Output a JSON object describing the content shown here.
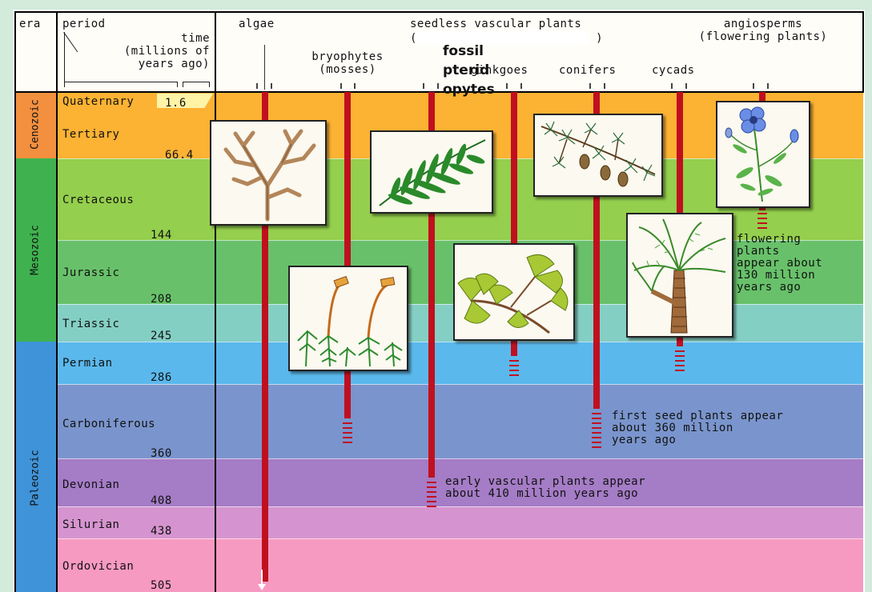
{
  "header": {
    "era": "era",
    "period": "period",
    "time": "time\n(millions of\nyears ago)",
    "algae": "algae",
    "bryophytes": "bryophytes\n(mosses)",
    "seedless": "seedless vascular plants",
    "seedless_paren": "(                         )",
    "ginkgoes": "ginkgoes",
    "conifers": "conifers",
    "cycads": "cycads",
    "angiosperms": "angiosperms\n(flowering plants)"
  },
  "overlay_label": "fossil pterid opytes",
  "eras": [
    {
      "name": "Cenozoic",
      "color": "#f3903f"
    },
    {
      "name": "Mesozoic",
      "color": "#3fb24f"
    },
    {
      "name": "Paleozoic",
      "color": "#3f93d8"
    }
  ],
  "periods": [
    {
      "name": "Quaternary",
      "time": "1.6",
      "color": "#fcb233"
    },
    {
      "name": "Tertiary",
      "time": "66.4",
      "color": "#fcb233"
    },
    {
      "name": "Cretaceous",
      "time": "144",
      "color": "#94cf4d"
    },
    {
      "name": "Jurassic",
      "time": "208",
      "color": "#68c16a"
    },
    {
      "name": "Triassic",
      "time": "245",
      "color": "#84cfc4"
    },
    {
      "name": "Permian",
      "time": "286",
      "color": "#5bb8ec"
    },
    {
      "name": "Carboniferous",
      "time": "360",
      "color": "#7a95cd"
    },
    {
      "name": "Devonian",
      "time": "408",
      "color": "#a57cc6"
    },
    {
      "name": "Silurian",
      "time": "438",
      "color": "#d594cf"
    },
    {
      "name": "Ordovician",
      "time": "505",
      "color": "#f79ac1"
    }
  ],
  "notes": {
    "flowering": "flowering\nplants\nappear about\n130 million\nyears ago",
    "seed": "first seed plants appear\nabout 360 million\nyears ago",
    "vascular": "early vascular plants appear\nabout 410 million years ago"
  },
  "colors": {
    "bar": "#c0101f",
    "frame": "#cfe7d6"
  }
}
